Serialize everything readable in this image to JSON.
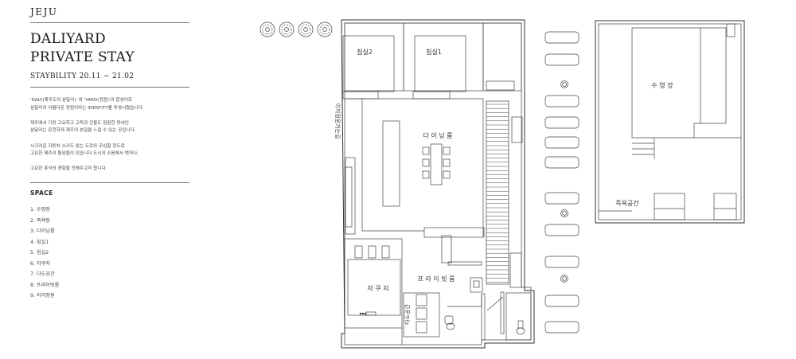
{
  "brand": "JEJU",
  "title_line1": "DALIYARD",
  "title_line2": "PRIVATE STAY",
  "period": "STAYBILITY 20.11 ~ 21.02",
  "description": [
    "'DALY(제주도의 삼달리)' 와 'YARD(정원)'의 합성어로",
    "삼달리의 아름다운 정원이라는 IDENTITY를 투영시켰습니다.",
    "제주에서 가장 고요하고 고독과 건물도 잠잠한 동네인",
    "삼달리는 온전하게 제주의 본질을 느낄 수 있는 곳입니다.",
    " 시끄러운 자동차 소리도 없는 도로와 무심할 정도로",
    "고요한 제주의 돌담들이 있습니다.도시의 소음에서 벗어나,",
    "고요한 휴식의 경험을 전해주고자 합니다."
  ],
  "space_heading": "SPACE",
  "space_items": [
    "1. 수영장",
    "2. 족욕탕",
    "3. 다이닝룸",
    "4. 침실1",
    "5. 침실2",
    "6. 자쿠지",
    "7. 다도공간",
    "8. 프라이빗룸",
    "9. 이끼정원"
  ],
  "plan_labels": {
    "bedroom2": "침실2",
    "bedroom1": "침실1",
    "dining": "다 이 닝 룸",
    "moss_garden": "이끼정원가는길",
    "jacuzzi": "자 쿠 지",
    "private": "프 라 이 빗 룸",
    "tea": "다도공간",
    "pool": "수 영 장",
    "footbath": "족욕공간"
  }
}
